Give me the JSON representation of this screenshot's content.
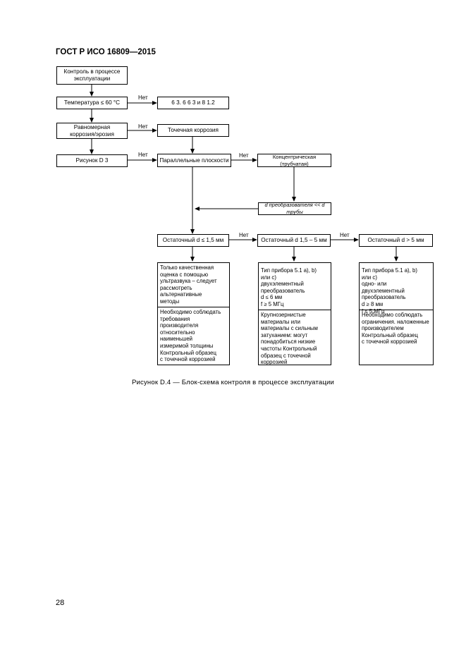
{
  "document": {
    "standard": "ГОСТ Р ИСО 16809—2015",
    "page_number": "28",
    "caption": "Рисунок D.4 — Блок-схема контроля в процессе эксплуатации"
  },
  "flowchart": {
    "no_label": "Нет",
    "boxes": {
      "start": "Контроль в процессе\nэксплуатации",
      "temperature": "Температура ≤ 60 °С",
      "ref_clauses": "6 3. 6 6 3 и 8 1.2",
      "uniform_corrosion": "Равномерная\nкоррозия/эрозия",
      "pitting": "Точечная коррозия",
      "figure_d3": "Рисунок D 3",
      "parallel_planes": "Параллельные плоскости",
      "concentric": "Концентрическая (трубчатая)",
      "d_probe": "d преобразователя << d трубы",
      "residual_small": "Остаточный d ≤ 1,5 мм",
      "residual_mid": "Остаточный d 1,5 – 5 мм",
      "residual_large": "Остаточный d > 5 мм"
    },
    "details": {
      "small_top": "Только качественная\nоценка с помощью\nультразвука – следует\nрассмотреть\nальтернативные\nметоды",
      "small_bottom": "Необходимо соблюдать\nтребования производителя\nотносительно наименьшей\nизмеримой толщины\nКонтрольный образец\nс точечной коррозией",
      "mid_top": "Тип прибора 5.1 а), b)\nили с)\nдвухэлементный\nпреобразователь\nd ≤ 6 мм\nf ≥ 5 МГц",
      "mid_bottom": "Крупнозернистые\nматериалы или\nматериалы с сильным\nзатуханием: могут\nпонадобиться низкие\nчастоты Контрольный\nобразец с точечной\nкоррозией",
      "large_top": "Тип прибора 5.1 а), b)\nили с)\nодно- или двухэлементный\nпреобразователь\nd ≥ 8 мм\nf ≤ 5 МГц",
      "large_bottom": "Необходимо соблюдать\nограничения. наложенные\nпроизводителем\nКонтрольный образец\nс точечной коррозией"
    }
  }
}
